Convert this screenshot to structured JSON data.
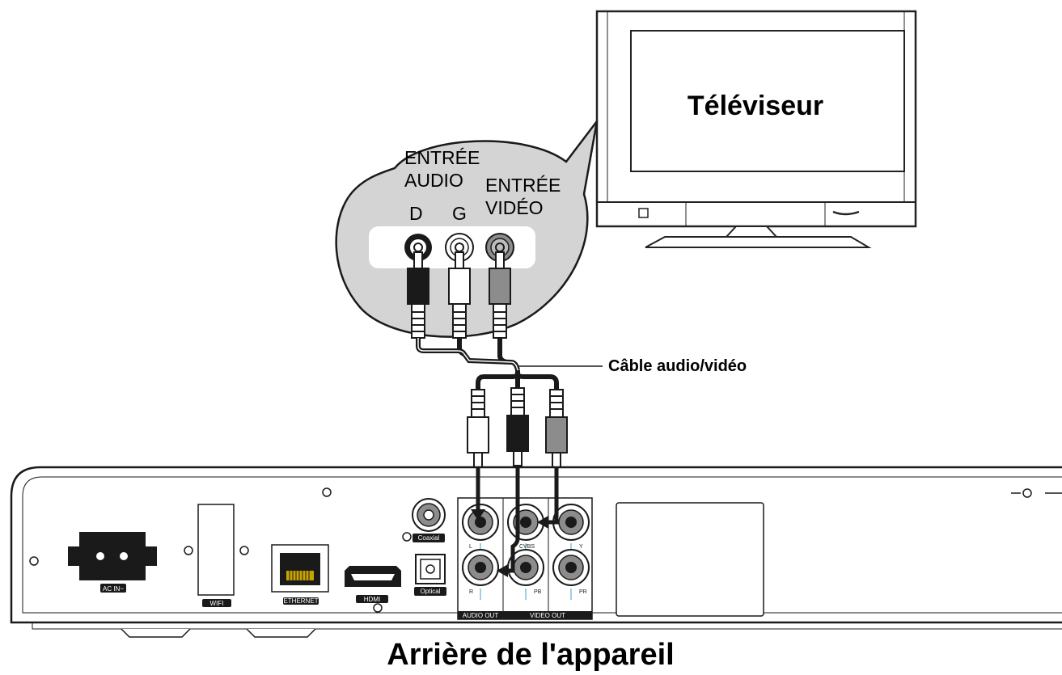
{
  "tv": {
    "label": "Téléviseur"
  },
  "bubble": {
    "audio_in_line1": "ENTRÉE",
    "audio_in_line2": "AUDIO",
    "video_in_line1": "ENTRÉE",
    "video_in_line2": "VIDÉO",
    "right_label": "D",
    "left_label": "G"
  },
  "cable": {
    "label": "Câble audio/vidéo"
  },
  "panel": {
    "ac_in": "AC IN~",
    "wifi": "WIFI",
    "ethernet": "ETHERNET",
    "hdmi": "HDMI",
    "coaxial": "Coaxial",
    "optical": "Optical",
    "audio_out": "AUDIO OUT",
    "video_out": "VIDEO  OUT",
    "jack_l": "L",
    "jack_r": "R",
    "jack_cvbs": "CVBS",
    "jack_y": "Y",
    "jack_pb": "PB",
    "jack_pr": "PR"
  },
  "caption": "Arrière de l'appareil",
  "colors": {
    "plug_dark": "#1a1a1a",
    "plug_white": "#ffffff",
    "plug_grey": "#8c8c8c",
    "bubble_fill": "#d4d4d4"
  }
}
